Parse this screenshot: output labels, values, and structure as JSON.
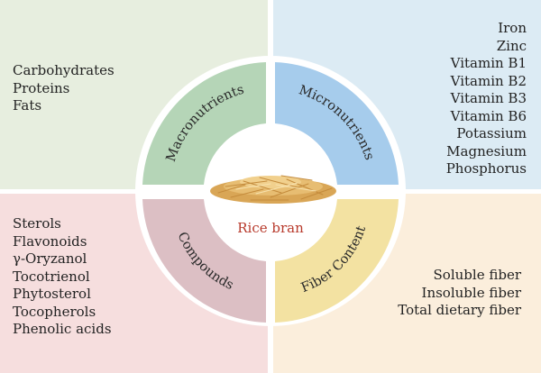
{
  "colors": {
    "tl_bg": "#e7eedf",
    "tr_bg": "#dcebf4",
    "bl_bg": "#f6dede",
    "br_bg": "#fbeedc",
    "macro": "#b5d5b7",
    "micro": "#a6ccec",
    "compounds": "#dcbfc4",
    "fiber": "#f3e2a2",
    "center_text": "#b83a2c"
  },
  "macronutrients": {
    "label": "Macronutrients",
    "items": [
      "Carbohydrates",
      "Proteins",
      "Fats"
    ]
  },
  "micronutrients": {
    "label": "Micronutrients",
    "items": [
      "Iron",
      "Zinc",
      "Vitamin B1",
      "Vitamin B2",
      "Vitamin B3",
      "Vitamin B6",
      "Potassium",
      "Magnesium",
      "Phosphorus"
    ]
  },
  "compounds": {
    "label": "Compounds",
    "items": [
      "Sterols",
      "Flavonoids",
      "γ-Oryzanol",
      "Tocotrienol",
      "Phytosterol",
      "Tocopherols",
      "Phenolic acids"
    ]
  },
  "fiber": {
    "label": "Fiber Content",
    "items": [
      "Soluble fiber",
      "Insoluble fiber",
      "Total dietary fiber"
    ]
  },
  "center": {
    "label": "Rice bran",
    "icon": "rice-bran-pile-icon"
  }
}
